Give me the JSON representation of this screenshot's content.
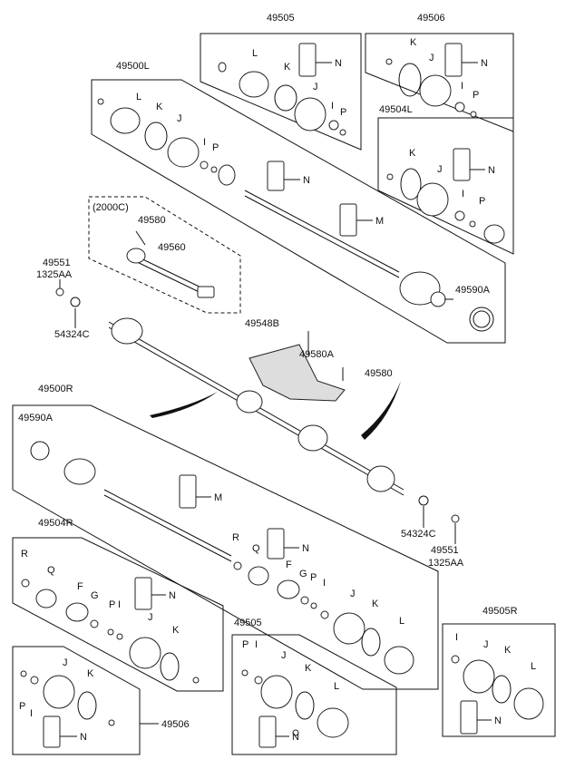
{
  "labels": {
    "p49505_top": "49505",
    "p49506_top": "49506",
    "p49500L": "49500L",
    "p49504L": "49504L",
    "p2000C": "(2000C)",
    "p49580_a": "49580",
    "p49560": "49560",
    "p49551_a": "49551",
    "p1325AA_a": "1325AA",
    "p54324C_a": "54324C",
    "p49548B": "49548B",
    "p49580A": "49580A",
    "p49580_b": "49580",
    "p49590A_a": "49590A",
    "p49500R": "49500R",
    "p49590A_b": "49590A",
    "p54324C_b": "54324C",
    "p49551_b": "49551",
    "p1325AA_b": "1325AA",
    "p49504R": "49504R",
    "p49505_mid": "49505",
    "p49505R": "49505R",
    "p49506_bot": "49506",
    "L": "L",
    "K": "K",
    "J": "J",
    "I": "I",
    "P": "P",
    "N": "N",
    "M": "M",
    "R": "R",
    "Q": "Q",
    "F": "F",
    "G": "G"
  },
  "colors": {
    "line": "#111111",
    "fill": "#ffffff",
    "shade": "#dddddd"
  }
}
